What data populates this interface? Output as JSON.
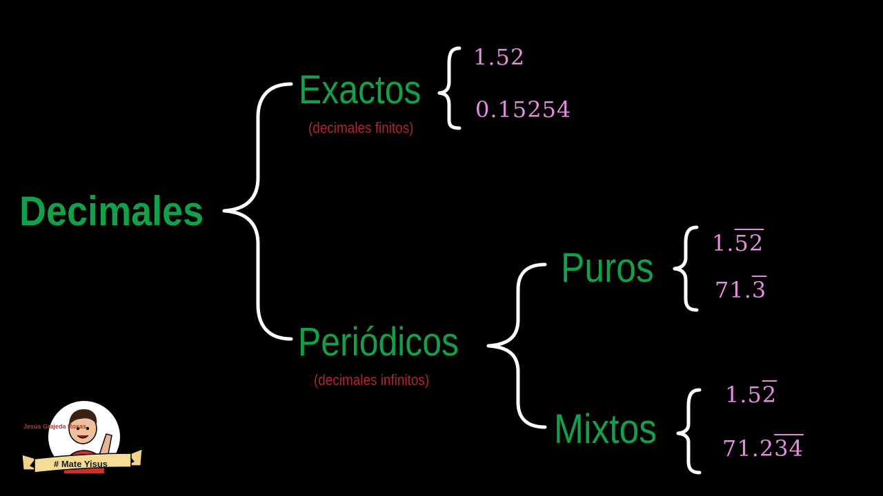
{
  "root": "Decimales",
  "exactos": {
    "label": "Exactos",
    "note": "(decimales finitos)",
    "examples": [
      "1.52",
      "0.15254"
    ]
  },
  "periodicos": {
    "label": "Periódicos",
    "note": "(decimales infinitos)",
    "puros": {
      "label": "Puros",
      "ex1": {
        "int": "1.",
        "period": "52"
      },
      "ex2": {
        "int": "71.",
        "period": "3"
      }
    },
    "mixtos": {
      "label": "Mixtos",
      "ex1": {
        "int": "1.5",
        "period": "2"
      },
      "ex2": {
        "int": "71.2",
        "period": "34"
      }
    }
  },
  "logo": {
    "name": "Jesús Grajeda Rosas",
    "tag": "# Mate Yisus"
  },
  "colors": {
    "background": "#000000",
    "category": "#13a04a",
    "note": "#b2262b",
    "example": "#e58ee0",
    "brace": "#ffffff"
  }
}
